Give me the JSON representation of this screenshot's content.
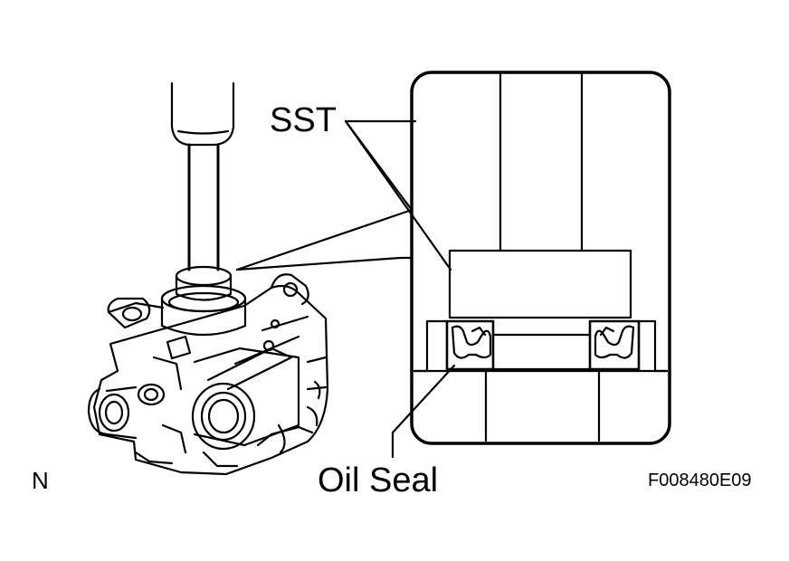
{
  "labels": {
    "sst": "SST",
    "oil_seal": "Oil Seal",
    "corner_mark": "N",
    "figure_code": "F008480E09"
  },
  "colors": {
    "ink": "#000000",
    "paper": "#ffffff"
  }
}
